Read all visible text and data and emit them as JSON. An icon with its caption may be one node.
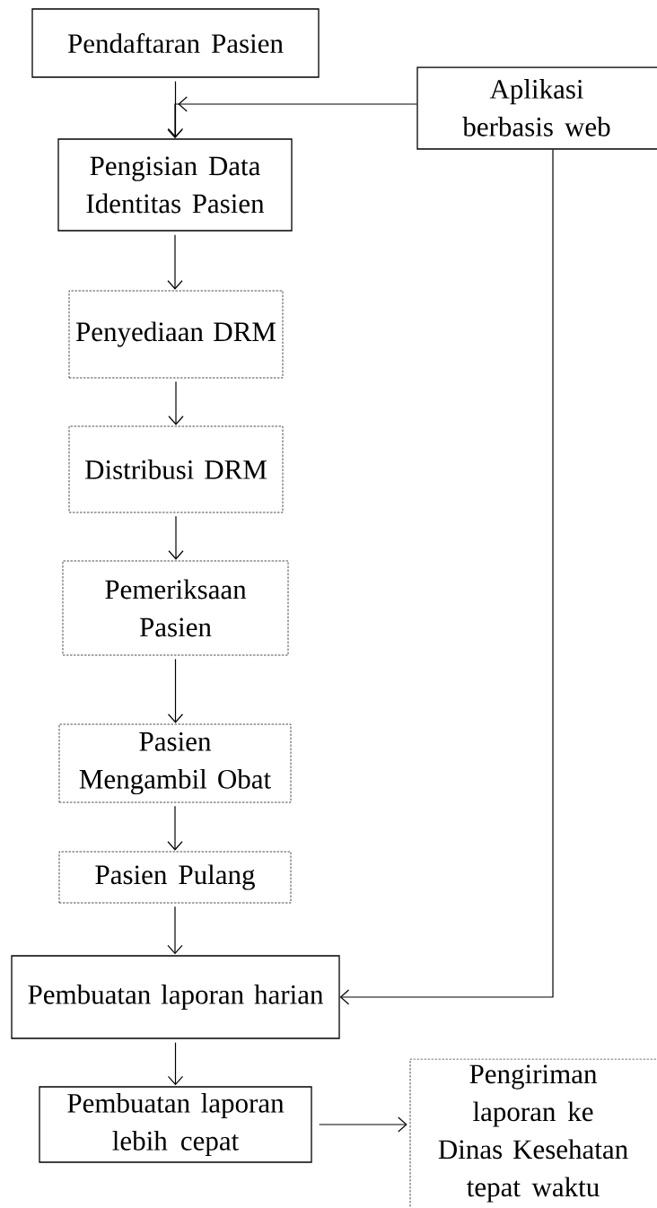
{
  "diagram": {
    "nodes": [
      {
        "text": [
          "Pendaftaran Pasien"
        ]
      },
      {
        "text": [
          "Aplikasi berbasis web"
        ]
      },
      {
        "text": [
          "Pengisian Data Identitas Pasien"
        ]
      },
      {
        "text": [
          "Penyediaan DRM"
        ]
      },
      {
        "text": [
          "Distribusi DRM"
        ]
      },
      {
        "text": [
          "Pemeriksaan Pasien"
        ]
      },
      {
        "text": [
          "Pasien Mengambil Obat"
        ]
      },
      {
        "text": [
          "Pasien Pulang"
        ]
      },
      {
        "text": [
          "Pembuatan laporan harian"
        ]
      },
      {
        "text": [
          "Pembuatan laporan lebih cepat"
        ]
      },
      {
        "text": [
          "Pengiriman laporan ke Dinas Kesehatan tepat waktu"
        ]
      }
    ],
    "edges": [
      {
        "from": 0,
        "to": 2,
        "arrow": "to"
      },
      {
        "from": 1,
        "to": 2,
        "arrow": "to"
      },
      {
        "from": 2,
        "to": 3,
        "arrow": "to"
      },
      {
        "from": 3,
        "to": 4,
        "arrow": "to"
      },
      {
        "from": 4,
        "to": 5,
        "arrow": "to"
      },
      {
        "from": 5,
        "to": 6,
        "arrow": "to"
      },
      {
        "from": 6,
        "to": 7,
        "arrow": "to"
      },
      {
        "from": 7,
        "to": 8,
        "arrow": "to"
      },
      {
        "from": 1,
        "to": 8,
        "arrow": "to"
      },
      {
        "from": 8,
        "to": 9,
        "arrow": "to"
      },
      {
        "from": 9,
        "to": 10,
        "arrow": "to"
      }
    ]
  }
}
